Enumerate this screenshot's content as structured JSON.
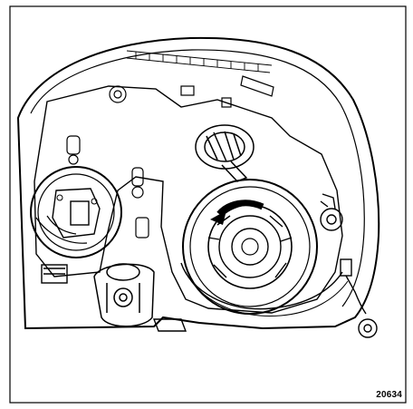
{
  "figure": {
    "reference_code": "20634"
  },
  "parts": {
    "housing": "headlamp-housing",
    "left_lamp": "left-bulb-socket",
    "right_lamp": "right-bulb-socket",
    "rotation_arrow": "rotate-counterclockwise-arrow",
    "connector": "wiring-connector"
  }
}
